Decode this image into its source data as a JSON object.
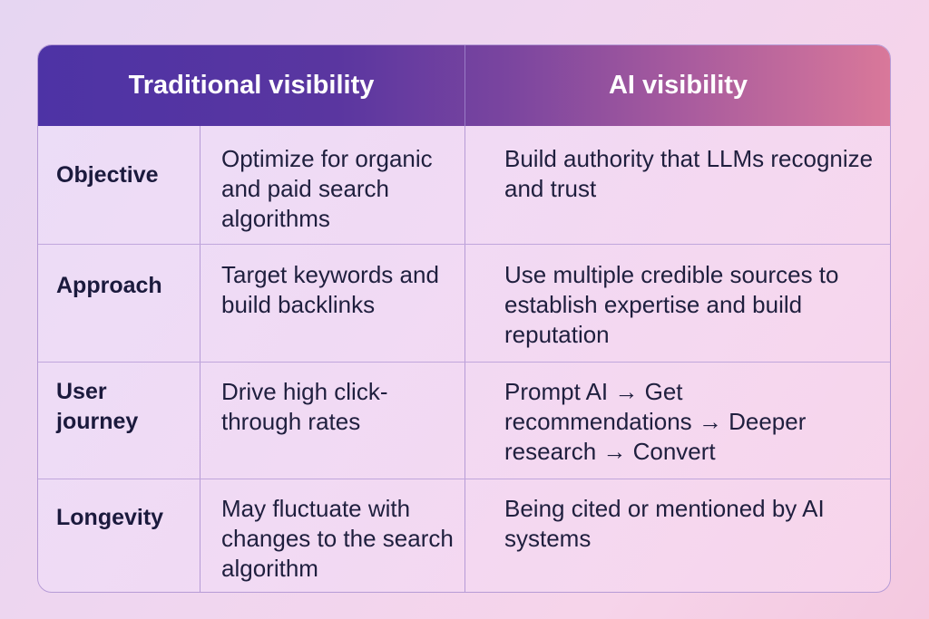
{
  "headers": {
    "traditional": "Traditional visibility",
    "ai": "AI visibility"
  },
  "rows": [
    {
      "label": "Objective",
      "traditional": "Optimize for organic and paid search algorithms",
      "ai": "Build authority that LLMs recognize and trust"
    },
    {
      "label": "Approach",
      "traditional": "Target keywords and build backlinks",
      "ai": "Use multiple credible sources to establish expertise and build reputation"
    },
    {
      "label": "User journey",
      "traditional": "Drive high click-through rates",
      "ai": "Prompt AI → Get recommendations → Deeper research → Convert"
    },
    {
      "label": "Longevity",
      "traditional": "May fluctuate with changes to the search algorithm",
      "ai": "Being cited or mentioned by AI systems"
    }
  ],
  "colors": {
    "header_start": "#4d33a5",
    "header_end": "#d9789a",
    "text_dark": "#1b1a3d"
  }
}
